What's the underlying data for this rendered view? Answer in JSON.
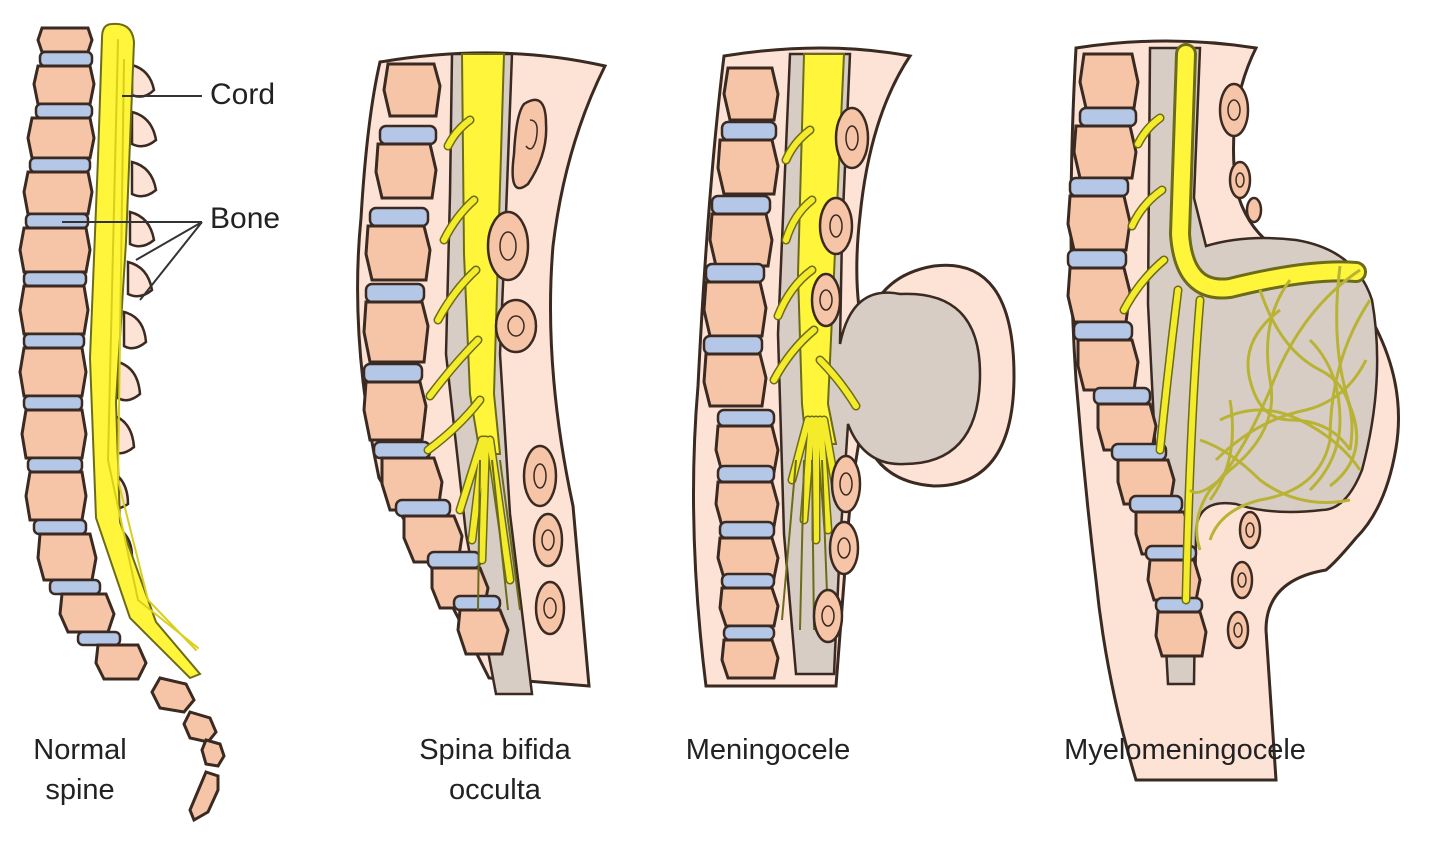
{
  "labels": {
    "cord": "Cord",
    "bone": "Bone"
  },
  "captions": {
    "normal": [
      "Normal",
      "spine"
    ],
    "occulta": [
      "Spina bifida",
      "occulta"
    ],
    "meningocele": [
      "Meningocele"
    ],
    "myelomeningocele": [
      "Myelomeningocele"
    ]
  },
  "colors": {
    "bone": "#f6c5a8",
    "disc": "#b5c7e6",
    "cord": "#fff53a",
    "skin": "#fde3d6",
    "dura": "#d7cdc5"
  }
}
